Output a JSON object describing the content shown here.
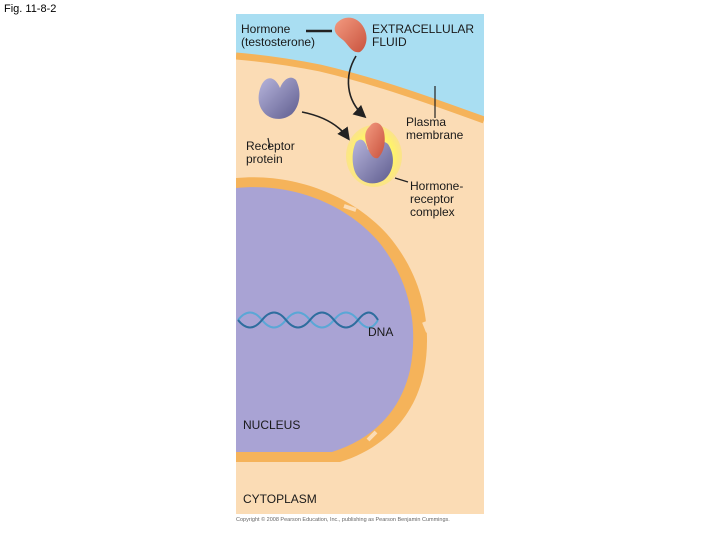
{
  "figure": {
    "label": "Fig. 11-8-2"
  },
  "labels": {
    "hormone": "Hormone\n(testosterone)",
    "extracellular_fluid": "EXTRACELLULAR\nFLUID",
    "plasma_membrane": "Plasma\nmembrane",
    "receptor_protein": "Receptor\nprotein",
    "hormone_receptor_complex": "Hormone-\nreceptor\ncomplex",
    "dna": "DNA",
    "nucleus": "NUCLEUS",
    "cytoplasm": "CYTOPLASM"
  },
  "copyright": "Copyright © 2008 Pearson Education, Inc., publishing as Pearson Benjamin Cummings.",
  "colors": {
    "extracellular": "#a9def2",
    "cytoplasm": "#fbdcb5",
    "membrane": "#f5b35a",
    "nucleus": "#a9a3d4",
    "hormone": "#e9785f",
    "receptor": "#8a88b8",
    "glow": "#fff36a"
  }
}
